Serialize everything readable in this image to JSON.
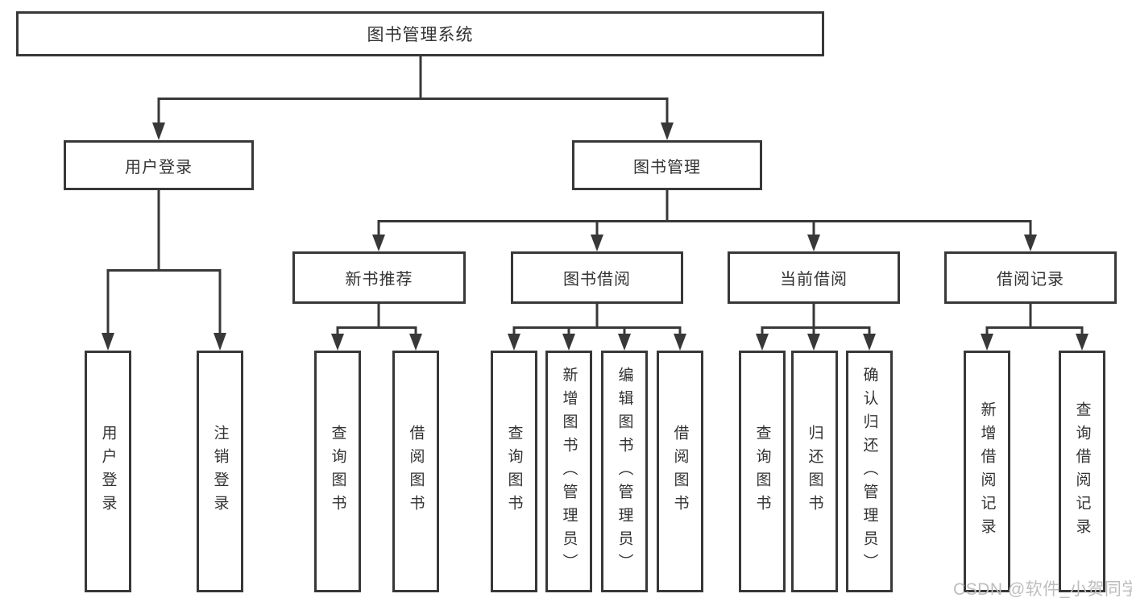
{
  "diagram": {
    "root": {
      "label": "图书管理系统"
    },
    "branches": [
      {
        "label": "用户登录",
        "children": [
          {
            "label": "用户登录"
          },
          {
            "label": "注销登录"
          }
        ]
      },
      {
        "label": "图书管理",
        "children": [
          {
            "label": "新书推荐",
            "children": [
              {
                "label": "查询图书"
              },
              {
                "label": "借阅图书"
              }
            ]
          },
          {
            "label": "图书借阅",
            "children": [
              {
                "label": "查询图书"
              },
              {
                "label": "新增图书（管理员）"
              },
              {
                "label": "编辑图书（管理员）"
              },
              {
                "label": "借阅图书"
              }
            ]
          },
          {
            "label": "当前借阅",
            "children": [
              {
                "label": "查询图书"
              },
              {
                "label": "归还图书"
              },
              {
                "label": "确认归还（管理员）"
              }
            ]
          },
          {
            "label": "借阅记录",
            "children": [
              {
                "label": "新增借阅记录"
              },
              {
                "label": "查询借阅记录"
              }
            ]
          }
        ]
      }
    ]
  },
  "watermark": "CSDN @软件_小贺同学",
  "colors": {
    "line": "#383838",
    "text": "#333333",
    "watermark": "#bdbdbd",
    "background": "#ffffff"
  }
}
